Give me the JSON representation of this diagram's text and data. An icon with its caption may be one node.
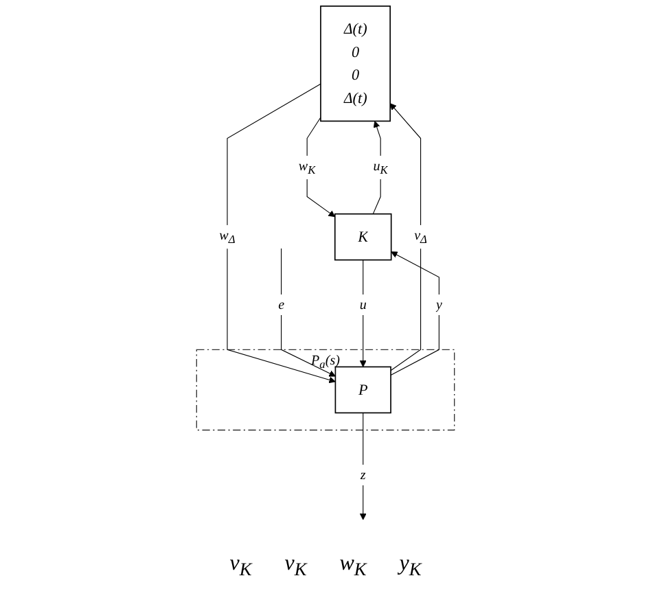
{
  "diagram": {
    "nodes": [
      {
        "text": [
          "Δ(t)",
          "0",
          "0",
          "Δ(t)"
        ]
      },
      {
        "text": [
          "P$_{a}$(s)"
        ]
      },
      {
        "text": [
          "P"
        ],
        "in": 1
      },
      {
        "text": [
          "K"
        ]
      }
    ],
    "edges": [
      {
        "from": 3,
        "to": 0,
        "arrow": "to",
        "label": "u$_{K}$"
      },
      {
        "from": 0,
        "to": 3,
        "arrow": "to",
        "label": "w$_{K}$"
      },
      {
        "from": 0,
        "to": 2,
        "arrow": "to",
        "label": "w$_{Δ}$"
      },
      {
        "from": 2,
        "to": 0,
        "arrow": "to",
        "label": "v$_{Δ}$"
      },
      {
        "from": null,
        "to": 2,
        "arrow": "to",
        "label": "e"
      },
      {
        "from": 2,
        "to": null,
        "arrow": "to",
        "label": "z"
      },
      {
        "from": 3,
        "to": 2,
        "arrow": "to",
        "label": "u"
      },
      {
        "from": 2,
        "to": 3,
        "arrow": "to",
        "label": "y"
      }
    ],
    "labels": [
      "v$_{K}$",
      "v$_{K}$",
      "w$_{K}$",
      "y$_{K}$"
    ]
  }
}
